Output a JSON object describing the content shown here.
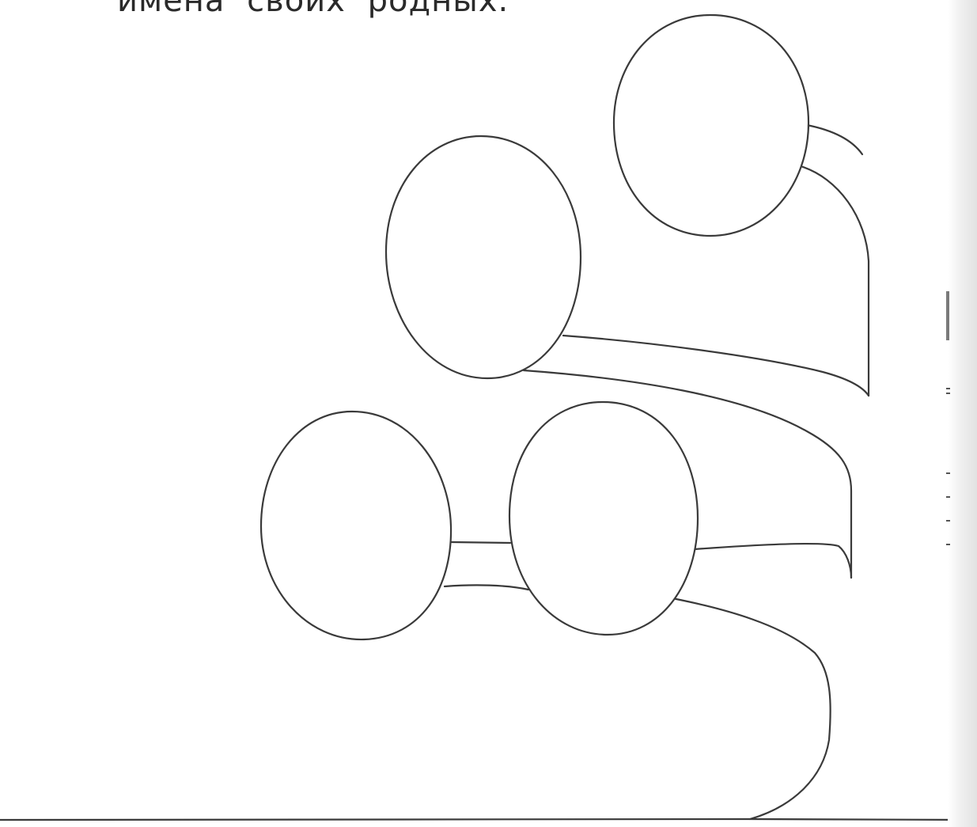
{
  "instruction_text": "имена своих родных.",
  "figure": {
    "kind": "family-tree-worksheet",
    "blank_name_ovals": 4,
    "line_color": "#3a3a3a",
    "background_color": "#ffffff"
  }
}
